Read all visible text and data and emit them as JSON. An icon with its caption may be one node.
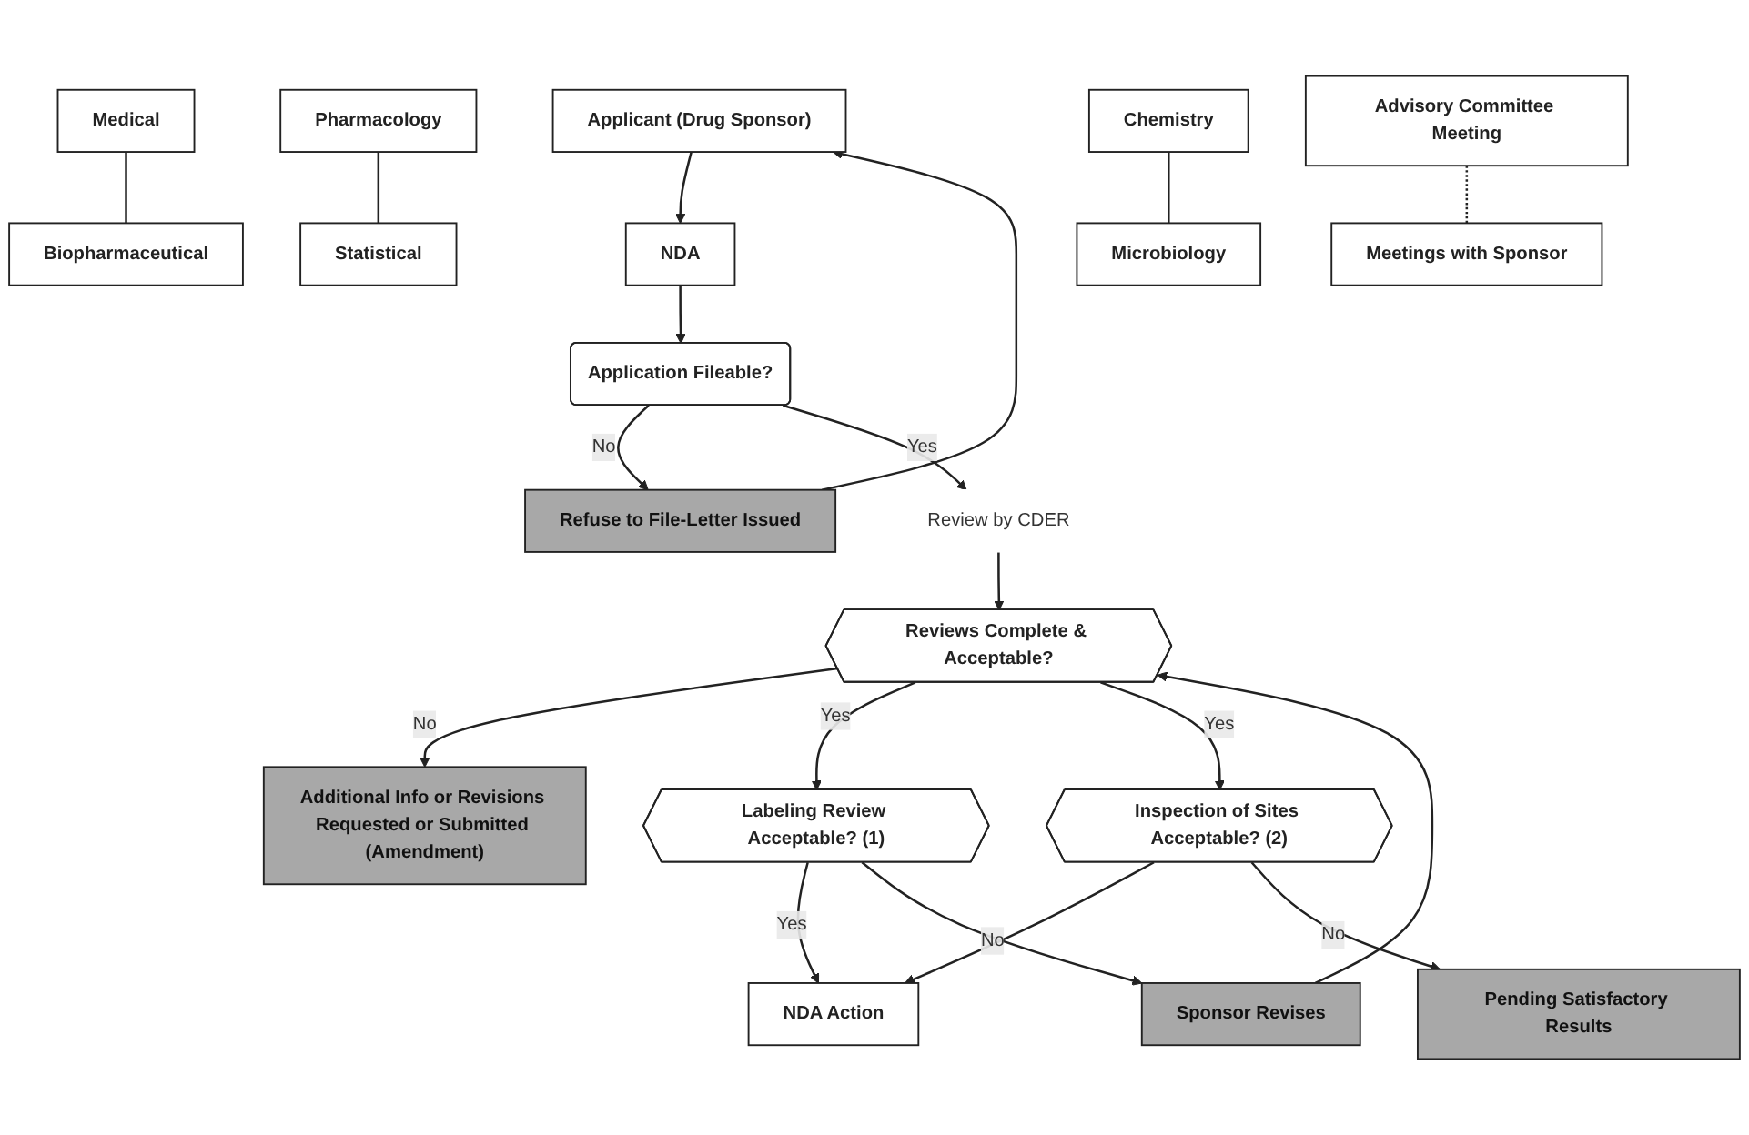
{
  "diagram": {
    "nodes": [
      {
        "text": [
          "Applicant (Drug Sponsor)"
        ]
      },
      {
        "text": [
          "NDA"
        ]
      },
      {
        "text": [
          "Application Fileable?"
        ]
      },
      {
        "text": [
          "Refuse to File-Letter Issued"
        ]
      },
      {
        "text": [
          "Review by CDER"
        ]
      },
      {
        "text": [
          "Medical"
        ]
      },
      {
        "text": [
          "Biopharmaceutical"
        ]
      },
      {
        "text": [
          "Pharmacology"
        ]
      },
      {
        "text": [
          "Statistical"
        ]
      },
      {
        "text": [
          "Chemistry"
        ]
      },
      {
        "text": [
          "Microbiology"
        ]
      },
      {
        "text": [
          "Advisory Committee Meeting"
        ]
      },
      {
        "text": [
          "Meetings with Sponsor"
        ]
      },
      {
        "text": [
          "Sponsor Revises"
        ]
      },
      {
        "text": [
          "Reviews Complete & Acceptable?"
        ]
      },
      {
        "text": [
          "Additional Info or Revisions Requested or Submitted (Amendment)"
        ]
      },
      {
        "text": [
          "Labeling Review Acceptable? (1)"
        ]
      },
      {
        "text": [
          "Inspection of Sites Acceptable? (2)"
        ]
      },
      {
        "text": [
          "NDA Action"
        ]
      },
      {
        "text": [
          "Pending Satisfactory Results"
        ]
      }
    ],
    "edges": [
      {
        "from": 0,
        "to": 1,
        "arrow": "to"
      },
      {
        "from": 1,
        "to": 2,
        "arrow": "to"
      },
      {
        "from": 2,
        "to": 3,
        "label": "No",
        "arrow": "to"
      },
      {
        "from": 3,
        "to": 0,
        "arrow": "to"
      },
      {
        "from": 2,
        "to": 4,
        "label": "Yes",
        "arrow": "to"
      },
      {
        "from": 4,
        "to": 14,
        "arrow": "to"
      },
      {
        "from": 5,
        "to": 6,
        "arrow": "none"
      },
      {
        "from": 7,
        "to": 8,
        "arrow": "none"
      },
      {
        "from": 9,
        "to": 10,
        "arrow": "none"
      },
      {
        "from": 11,
        "to": 12,
        "arrow": "none",
        "style": "dashed"
      },
      {
        "from": 13,
        "to": 14,
        "arrow": "to"
      },
      {
        "from": 14,
        "to": 15,
        "label": "No",
        "arrow": "to"
      },
      {
        "from": 14,
        "to": 16,
        "label": "Yes",
        "arrow": "to"
      },
      {
        "from": 14,
        "to": 17,
        "label": "Yes",
        "arrow": "to"
      },
      {
        "from": 16,
        "to": 18,
        "label": "Yes",
        "arrow": "to"
      },
      {
        "from": 17,
        "to": 18,
        "arrow": "to"
      },
      {
        "from": 16,
        "to": 13,
        "label": "No",
        "arrow": "to"
      },
      {
        "from": 17,
        "to": 19,
        "label": "No",
        "arrow": "to"
      }
    ]
  }
}
